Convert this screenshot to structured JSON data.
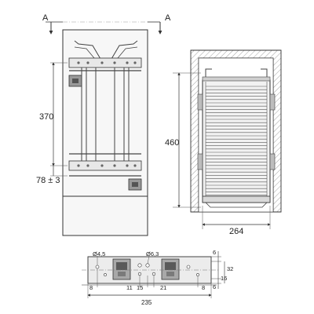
{
  "section": {
    "left_marker": "A",
    "right_marker": "A"
  },
  "dimensions": {
    "spacing": "370",
    "offset": "78 ± 3",
    "height": "460",
    "width": "264",
    "hole_large": "Ø6,3",
    "hole_small": "Ø4,5",
    "right_6_top": "6",
    "right_32": "32",
    "right_16": "16",
    "right_6_bottom": "6",
    "left_8": "8",
    "mid_11": "11",
    "mid_15": "15",
    "mid_21": "21",
    "right_8": "8",
    "total_235": "235"
  },
  "colors": {
    "stroke": "#333333",
    "hatch": "#777777",
    "fill_light": "#e6e6e6",
    "fill_mid": "#bdbdbd",
    "fill_dark": "#555555"
  }
}
